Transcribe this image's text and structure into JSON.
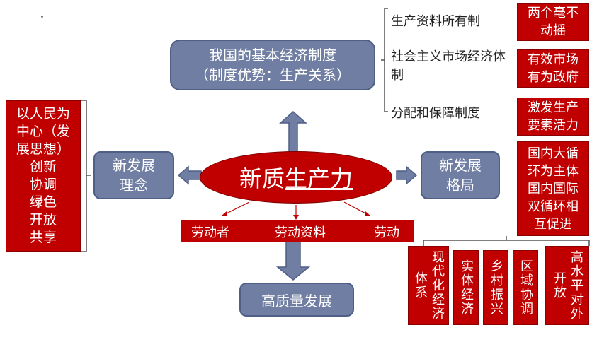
{
  "top": {
    "center_box": {
      "line1": "我国的基本经济制度",
      "line2": "（制度优势：生产关系）"
    },
    "items": [
      {
        "label": "生产资料所有制",
        "note": "两个毫不动摇"
      },
      {
        "label": "社会主义市场经济体制",
        "note": "有效市场有为政府"
      },
      {
        "label": "分配和保障制度",
        "note": "激发生产要素活力"
      }
    ]
  },
  "center": {
    "prefix": "新质",
    "underlined": "生产力"
  },
  "left": {
    "box": {
      "line1": "新发展",
      "line2": "理念"
    },
    "list": [
      "以人民为",
      "中心（发",
      "展思想）",
      "创新",
      "协调",
      "绿色",
      "开放",
      "共享"
    ]
  },
  "right": {
    "box": {
      "line1": "新发展",
      "line2": "格局"
    },
    "note_lines": [
      "国内大循",
      "环为主体",
      "国内国际",
      "双循环相",
      "互促进"
    ]
  },
  "factors": [
    "劳动者",
    "劳动资料",
    "劳动"
  ],
  "bottom": {
    "box": "高质量发展",
    "pillars": [
      "现代化经济体系",
      "实体经济",
      "乡村振兴",
      "区域协调",
      "高水平对外开放"
    ]
  }
}
